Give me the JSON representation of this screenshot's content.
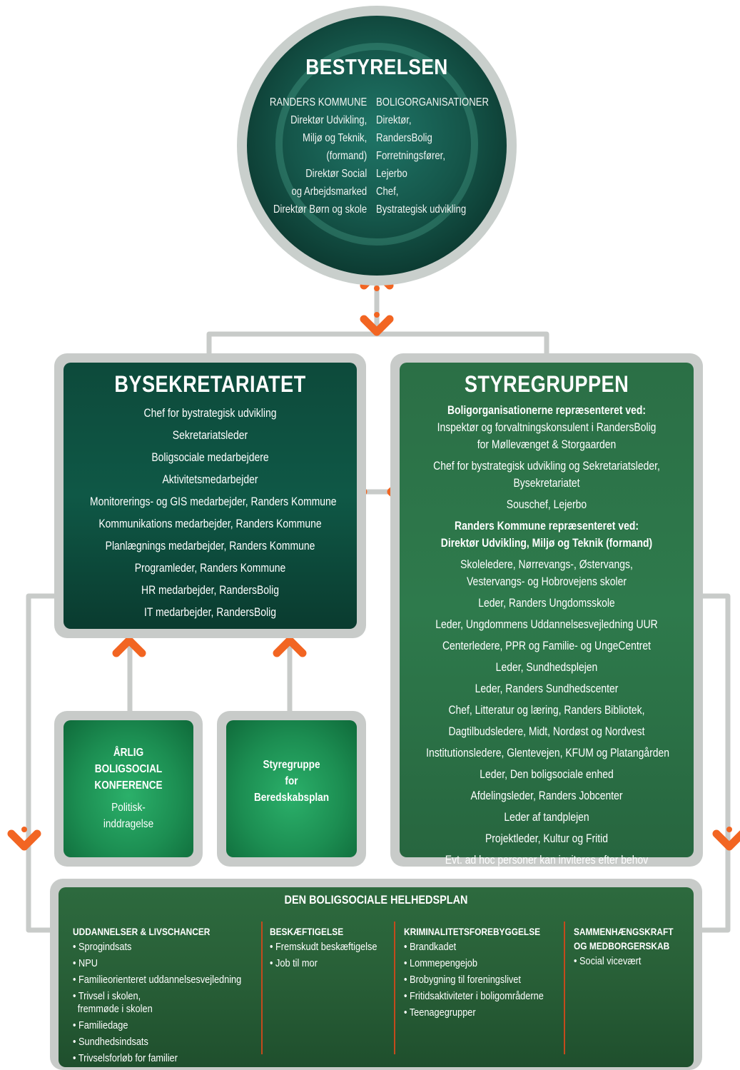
{
  "colors": {
    "arrow": "#f26522",
    "connector": "#c8cbc9",
    "dark_green": "#0f5846",
    "mid_green": "#2e7a4c",
    "bright_green": "#1c8e52",
    "divider": "#c44a1c"
  },
  "board": {
    "title": "BESTYRELSEN",
    "left_lines": [
      "RANDERS KOMMUNE",
      "Direktør Udvikling,",
      "Miljø og Teknik,",
      "(formand)",
      "Direktør Social",
      "og Arbejdsmarked",
      "Direktør Børn og skole"
    ],
    "right_lines": [
      "BOLIGORGANISATIONER",
      "Direktør,",
      "RandersBolig",
      "Forretningsfører,",
      "Lejerbo",
      "Chef,",
      "Bystrategisk udvikling"
    ]
  },
  "bysekretariatet": {
    "title": "BYSEKRETARIATET",
    "lines": [
      "Chef for bystrategisk udvikling",
      "Sekretariatsleder",
      "Boligsociale medarbejdere",
      "Aktivitetsmedarbejder",
      "Monitorerings- og GIS medarbejder, Randers Kommune",
      "Kommunikations medarbejder, Randers Kommune",
      "Planlægnings medarbejder, Randers Kommune",
      "Programleder, Randers Kommune",
      "HR medarbejder, RandersBolig",
      "IT medarbejder, RandersBolig"
    ]
  },
  "styregruppen": {
    "title": "STYREGRUPPEN",
    "heading1": "Boligorganisationerne repræsenteret ved:",
    "group1": [
      "Inspektør og forvaltningskonsulent i RandersBolig",
      "for Møllevænget & Storgaarden",
      "Chef for bystrategisk udvikling og Sekretariatsleder,",
      "Bysekretariatet",
      "Souschef, Lejerbo"
    ],
    "heading2a": "Randers Kommune repræsenteret ved:",
    "heading2b": "Direktør Udvikling, Miljø og Teknik (formand)",
    "group2": [
      "Skoleledere, Nørrevangs-, Østervangs,",
      "Vestervangs- og Hobrovejens skoler",
      "Leder, Randers Ungdomsskole",
      "Leder, Ungdommens Uddannelsesvejledning UUR",
      "Centerledere, PPR og Familie- og UngeCentret",
      "Leder, Sundhedsplejen",
      "Leder, Randers Sundhedscenter",
      "Chef, Litteratur og læring, Randers Bibliotek,",
      "Dagtilbudsledere, Midt, Nordøst og Nordvest",
      "Institutionsledere, Glentevejen, KFUM og Platangården",
      "Leder, Den boligsociale enhed",
      "Afdelingsleder, Randers Jobcenter",
      "Leder af tandplejen",
      "Projektleder, Kultur og Fritid",
      "Evt. ad hoc personer kan inviteres efter behov"
    ]
  },
  "konference": {
    "title_lines": [
      "ÅRLIG",
      "BOLIGSOCIAL",
      "KONFERENCE"
    ],
    "sub_lines": [
      "Politisk-",
      "inddragelse"
    ]
  },
  "beredskab": {
    "title_lines": [
      "Styregruppe",
      "for",
      "Beredskabsplan"
    ]
  },
  "helhedsplan": {
    "title": "DEN BOLIGSOCIALE HELHEDSPLAN",
    "col1": {
      "heading": "UDDANNELSER & LIVSCHANCER",
      "items": [
        "• Sprogindsats",
        "• NPU",
        "• Familieorienteret uddannelsesvejledning",
        "• Trivsel i skolen,",
        "fremmøde i skolen",
        "• Familiedage",
        "• Sundhedsindsats",
        "• Trivselsforløb for familier"
      ]
    },
    "col2": {
      "heading": "BESKÆFTIGELSE",
      "items": [
        "• Fremskudt beskæftigelse",
        "• Job til mor"
      ]
    },
    "col3": {
      "heading": "KRIMINALITETSFOREBYGGELSE",
      "items": [
        "• Brandkadet",
        "• Lommepengejob",
        "• Brobygning til foreningslivet",
        "• Fritidsaktiviteter i boligområderne",
        "• Teenagegrupper"
      ]
    },
    "col4": {
      "heading_lines": [
        "SAMMENHÆNGSKRAFT",
        "OG MEDBORGERSKAB"
      ],
      "items": [
        "• Social vicevært"
      ]
    }
  }
}
